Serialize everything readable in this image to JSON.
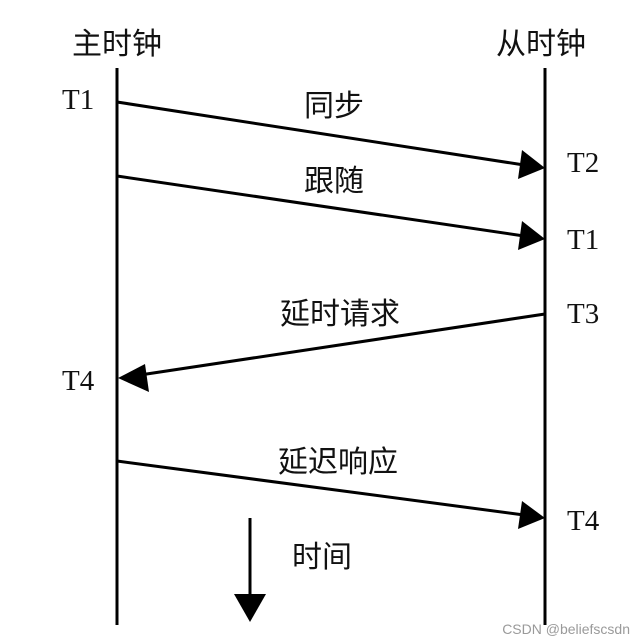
{
  "master": {
    "title": "主时钟"
  },
  "slave": {
    "title": "从时钟"
  },
  "messages": [
    {
      "label": "同步",
      "send_time": "T1",
      "receive_time": "T2",
      "direction": "master-to-slave"
    },
    {
      "label": "跟随",
      "receive_time": "T1",
      "direction": "master-to-slave"
    },
    {
      "label": "延时请求",
      "send_time": "T3",
      "receive_time": "T4",
      "direction": "slave-to-master"
    },
    {
      "label": "延迟响应",
      "receive_time": "T4",
      "direction": "master-to-slave"
    }
  ],
  "time_axis": {
    "label": "时间"
  },
  "watermark": "CSDN @beliefscsdn",
  "colors": {
    "line": "#000000",
    "text": "#111111",
    "watermark": "#9a9a9a"
  }
}
